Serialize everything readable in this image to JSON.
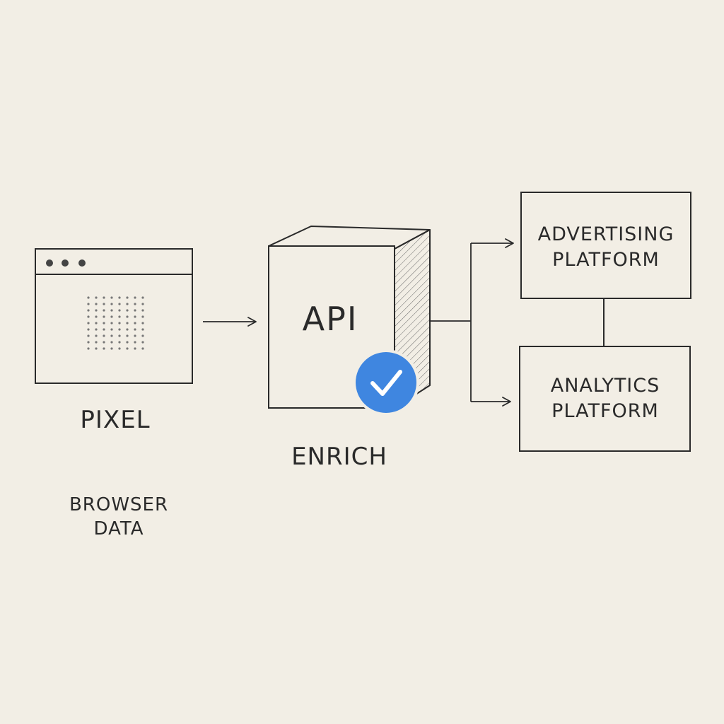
{
  "nodes": {
    "browser": {
      "label": "PIXEL",
      "sublabel_line1": "BROWSER",
      "sublabel_line2": "DATA"
    },
    "api": {
      "label": "API",
      "sublabel": "ENRICH",
      "badge_icon": "check-icon"
    },
    "advertising": {
      "line1": "ADVERTISING",
      "line2": "PLATFORM"
    },
    "analytics": {
      "line1": "ANALYTICS",
      "line2": "PLATFORM"
    }
  },
  "colors": {
    "background": "#f2eee5",
    "ink": "#2a2a2a",
    "badge": "#3f86e0"
  }
}
